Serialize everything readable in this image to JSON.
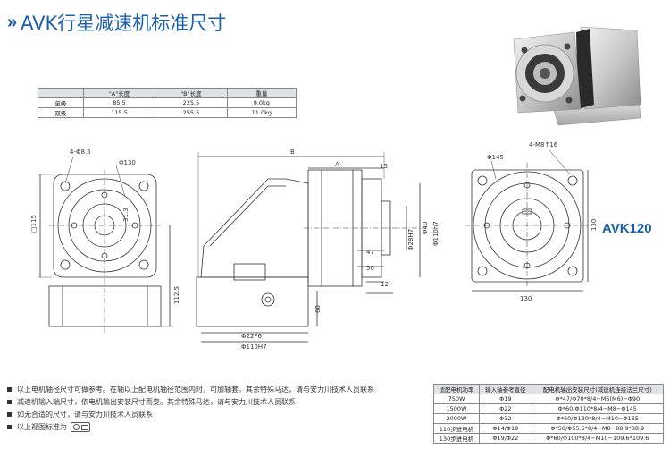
{
  "header": {
    "chevron": "»",
    "title": "AVK行星减速机标准尺寸"
  },
  "model": "AVK120",
  "spec_table": {
    "headers": [
      "",
      "\"A\"长度",
      "\"B\"长度",
      "重量"
    ],
    "rows": [
      [
        "单级",
        "85.5",
        "225.5",
        "9.0kg"
      ],
      [
        "双级",
        "115.5",
        "255.5",
        "11.0kg"
      ]
    ]
  },
  "dims": {
    "left_4phi": "4-Φ8.5",
    "left_phi130": "Φ130",
    "left_115": "□115",
    "left_313": "31.3",
    "left_1125": "112.5",
    "mid_B": "B",
    "mid_A": "A",
    "mid_15": "15",
    "mid_28h7": "Φ28H7",
    "mid_40": "Φ40",
    "mid_110h7_r": "Φ110h7",
    "mid_47": "47",
    "mid_50": "50",
    "mid_12": "12",
    "mid_60": "60",
    "mid_22f6": "Φ22F6",
    "mid_110h7_b": "Φ110H7",
    "right_4m8": "4-M8↑16",
    "right_145": "Φ145",
    "right_130v": "130",
    "right_130h": "130"
  },
  "notes": [
    "以上电机轴径尺寸可做参考。在轴以上配电机轴径范围内时，可加轴套。其余特殊马达，请与安力川技术人员联系",
    "减速机输入端尺寸，依电机输出安装尺寸而变。其余特殊马达，请与安力川技术人员联系",
    "如无合适的尺寸，请与安力川技术人员联系",
    "以上视图标准为"
  ],
  "motor_table": {
    "headers": [
      "适配电机功率",
      "输入轴参考直径",
      "配电机轴出安装尺寸(减速机连接法兰尺寸)"
    ],
    "rows": [
      [
        "750W",
        "Φ19",
        "Φ*47/Φ70*8/4−M5(M6)−Φ90"
      ],
      [
        "1500W",
        "Φ22",
        "Φ*60/Φ110*8/4−M8−Φ145"
      ],
      [
        "2000W",
        "Φ32",
        "Φ*60/Φ130*8/4−M10−Φ165"
      ],
      [
        "110步进电机",
        "Φ14/Φ19",
        "Φ*50/Φ55.5*8/4−M8−88.9*88.9"
      ],
      [
        "130步进电机",
        "Φ19/Φ22",
        "Φ*60/Φ100*8/4−M10−109.6*109.6"
      ]
    ]
  },
  "colors": {
    "brand": "#1a5fae",
    "line": "#333333",
    "table_head": "#dfe3e8"
  }
}
